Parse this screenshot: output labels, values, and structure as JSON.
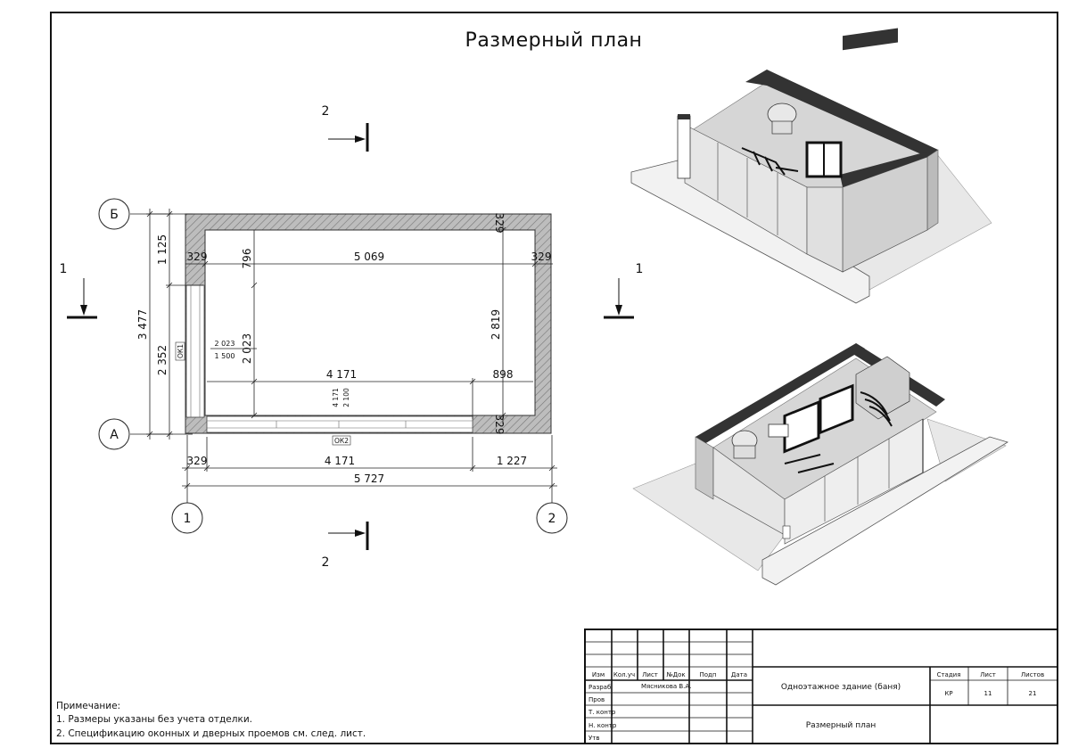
{
  "sheet": {
    "title": "Размерный план"
  },
  "plan": {
    "axes": {
      "b": "Б",
      "a": "А",
      "one": "1",
      "two": "2"
    },
    "sections": {
      "top": "2",
      "bottom": "2",
      "left": "1",
      "right": "1"
    },
    "dims": {
      "top_wall_thk": "1 125",
      "total_height": "3 477",
      "lower_height": "2 352",
      "left_329": "329",
      "right_329": "329",
      "inner_width": "5 069",
      "top_right_329": "329",
      "dim_796": "796",
      "dim_2023_big": "2 023",
      "dim_2819": "2 819",
      "dim_4171_mid": "4 171",
      "dim_898": "898",
      "bottom_right_329": "329",
      "bottom_329": "329",
      "bottom_4171": "4 171",
      "bottom_1227": "1 227",
      "overall_5727": "5 727",
      "win_2023_small": "2 023",
      "win_1500": "1 500",
      "door_4171_small": "4 171",
      "door_2100": "2 100"
    },
    "tags": {
      "ok1": "ОК1",
      "ok2": "ОК2"
    }
  },
  "notes": {
    "header": "Примечание:",
    "line1": "1. Размеры указаны без учета отделки.",
    "line2": "2. Спецификацию оконных и дверных проемов см. след. лист."
  },
  "stamp": {
    "headers": {
      "izm": "Изм",
      "kol": "Кол.уч",
      "list": "Лист",
      "ndok": "№Док",
      "podp": "Подп",
      "data": "Дата"
    },
    "rows": {
      "razrab": "Разраб",
      "prov": "Пров",
      "tkontr": "Т. контр",
      "nkontr": "Н. контр",
      "utv": "Утв"
    },
    "author": "Мясникова В.А.",
    "building": "Одноэтажное здание (баня)",
    "drawing": "Размерный план",
    "stage_label": "Стадия",
    "sheet_label": "Лист",
    "sheets_label": "Листов",
    "stage": "КР",
    "sheet_no": "11",
    "sheets_total": "21"
  }
}
